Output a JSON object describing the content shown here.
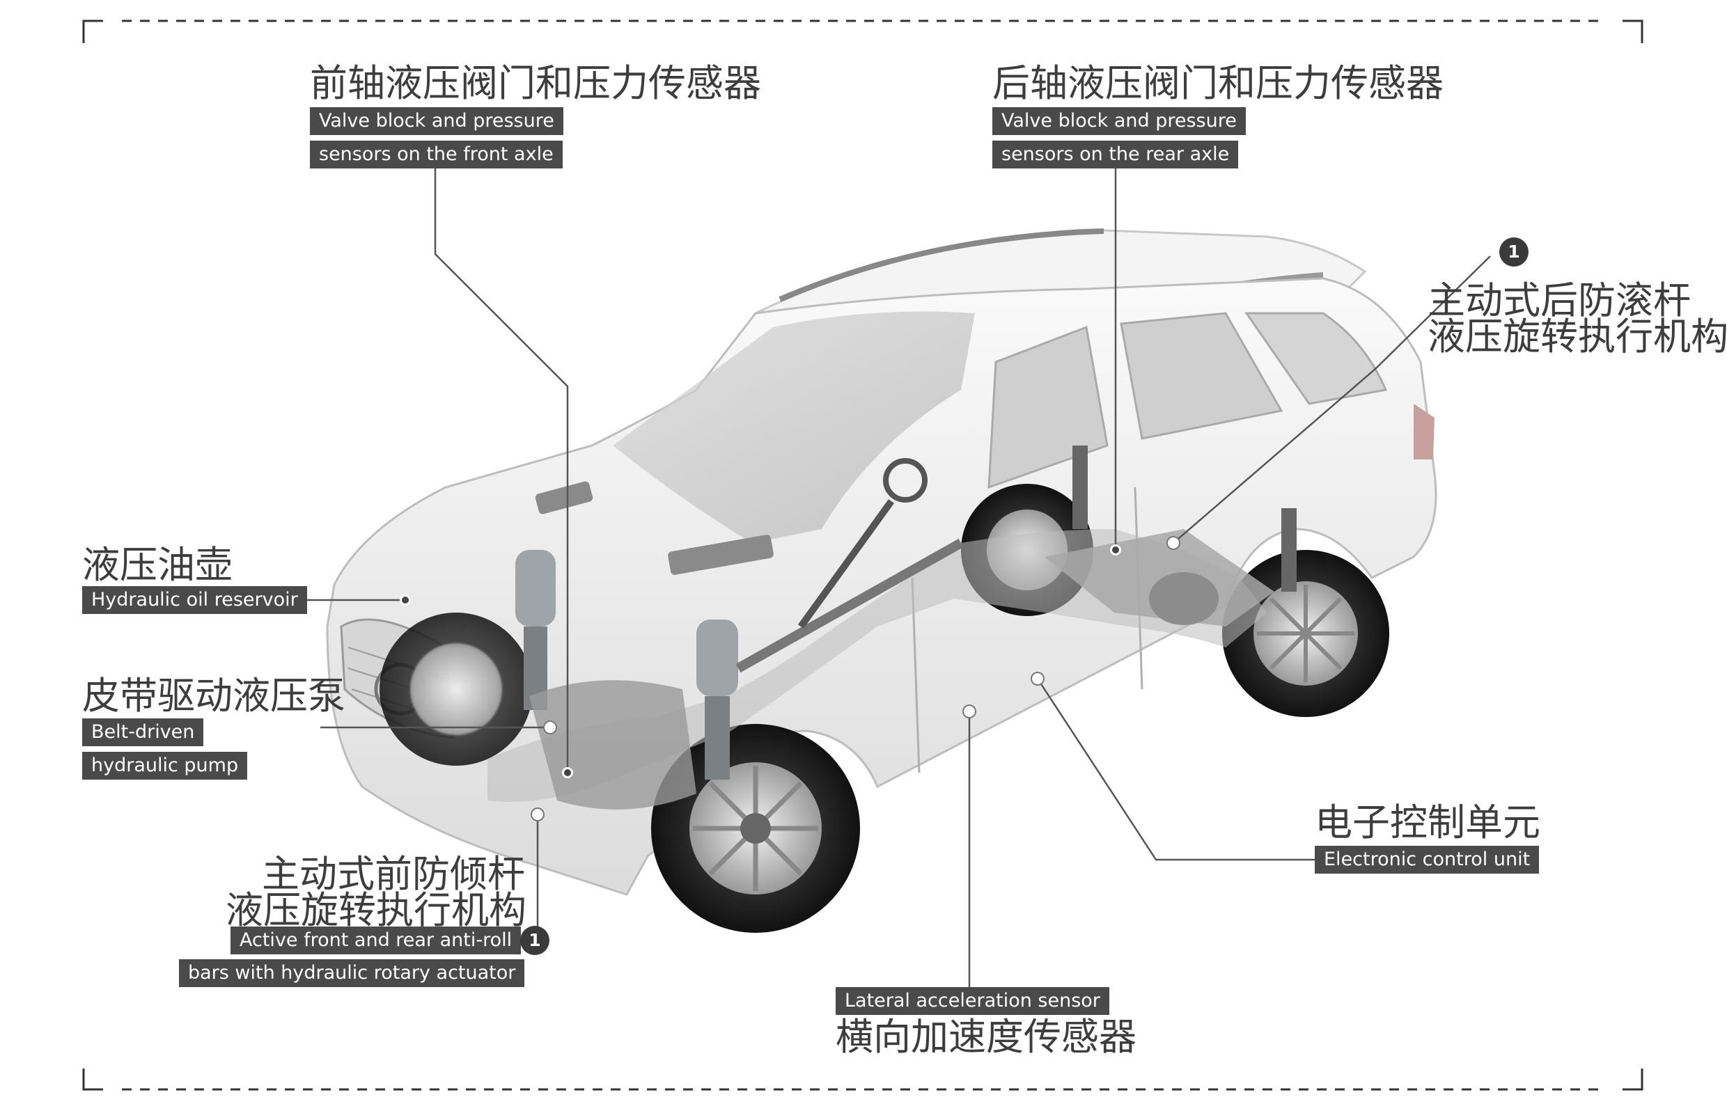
{
  "labels": {
    "front_valve": {
      "cn": "前轴液压阀门和压力传感器",
      "en_line1": "Valve block and pressure",
      "en_line2": "sensors on the front axle"
    },
    "rear_valve": {
      "cn": "后轴液压阀门和压力传感器",
      "en_line1": "Valve block and pressure",
      "en_line2": "sensors on the rear axle"
    },
    "rear_antiroll": {
      "badge": "1",
      "cn_line1": "主动式后防滚杆",
      "cn_line2": "液压旋转执行机构"
    },
    "oil_reservoir": {
      "cn": "液压油壶",
      "en": "Hydraulic oil reservoir"
    },
    "pump": {
      "cn": "皮带驱动液压泵",
      "en_line1": "Belt-driven",
      "en_line2": "hydraulic pump"
    },
    "front_antiroll": {
      "badge": "1",
      "cn_line1": "主动式前防倾杆",
      "cn_line2": "液压旋转执行机构",
      "en_line1": "Active front and rear anti-roll",
      "en_line2": "bars with hydraulic rotary actuator"
    },
    "ecu": {
      "cn": "电子控制单元",
      "en": "Electronic control unit"
    },
    "lateral_sensor": {
      "en": "Lateral acceleration sensor",
      "cn": "横向加速度传感器"
    }
  },
  "colors": {
    "tag_bg": "#4a4a4a",
    "text_cn": "#3d3d3d",
    "leader": "#555555",
    "car_body": "#ececec"
  }
}
